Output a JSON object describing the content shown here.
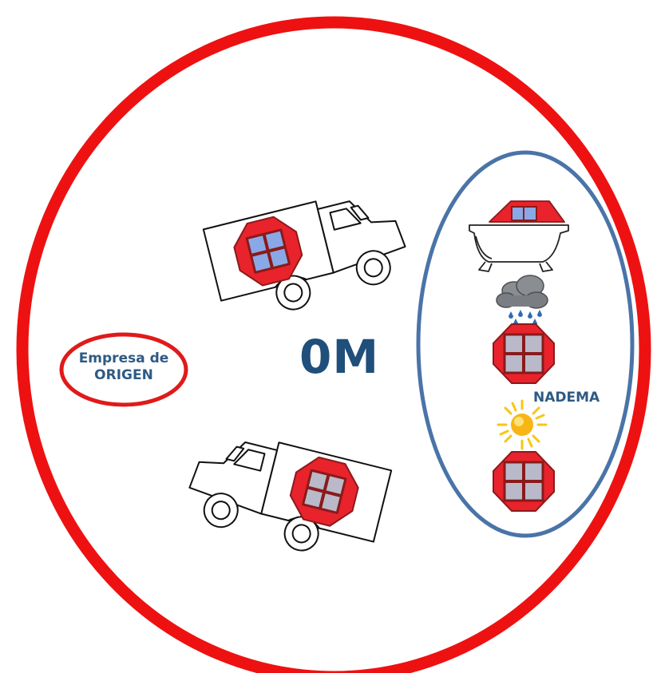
{
  "origin": {
    "line1": "Empresa de",
    "line2": "ORIGEN"
  },
  "distance": "0M",
  "destination": "NADEMA",
  "colors": {
    "outer_ring": "#ee1111",
    "destination_ring": "#4a74a8",
    "origin_ring": "#e01a1a",
    "label_blue": "#2e5a84",
    "package_red": "#e8232c",
    "window_pane": "#b9b9c9",
    "window_pane_truck": "#8aa8e6",
    "sun": "#f7c614",
    "cloud": "#777a80",
    "rain": "#2f6bb5"
  },
  "icons": [
    "truck-icon",
    "package-icon",
    "bathtub-icon",
    "rain-cloud-icon",
    "sun-icon"
  ]
}
